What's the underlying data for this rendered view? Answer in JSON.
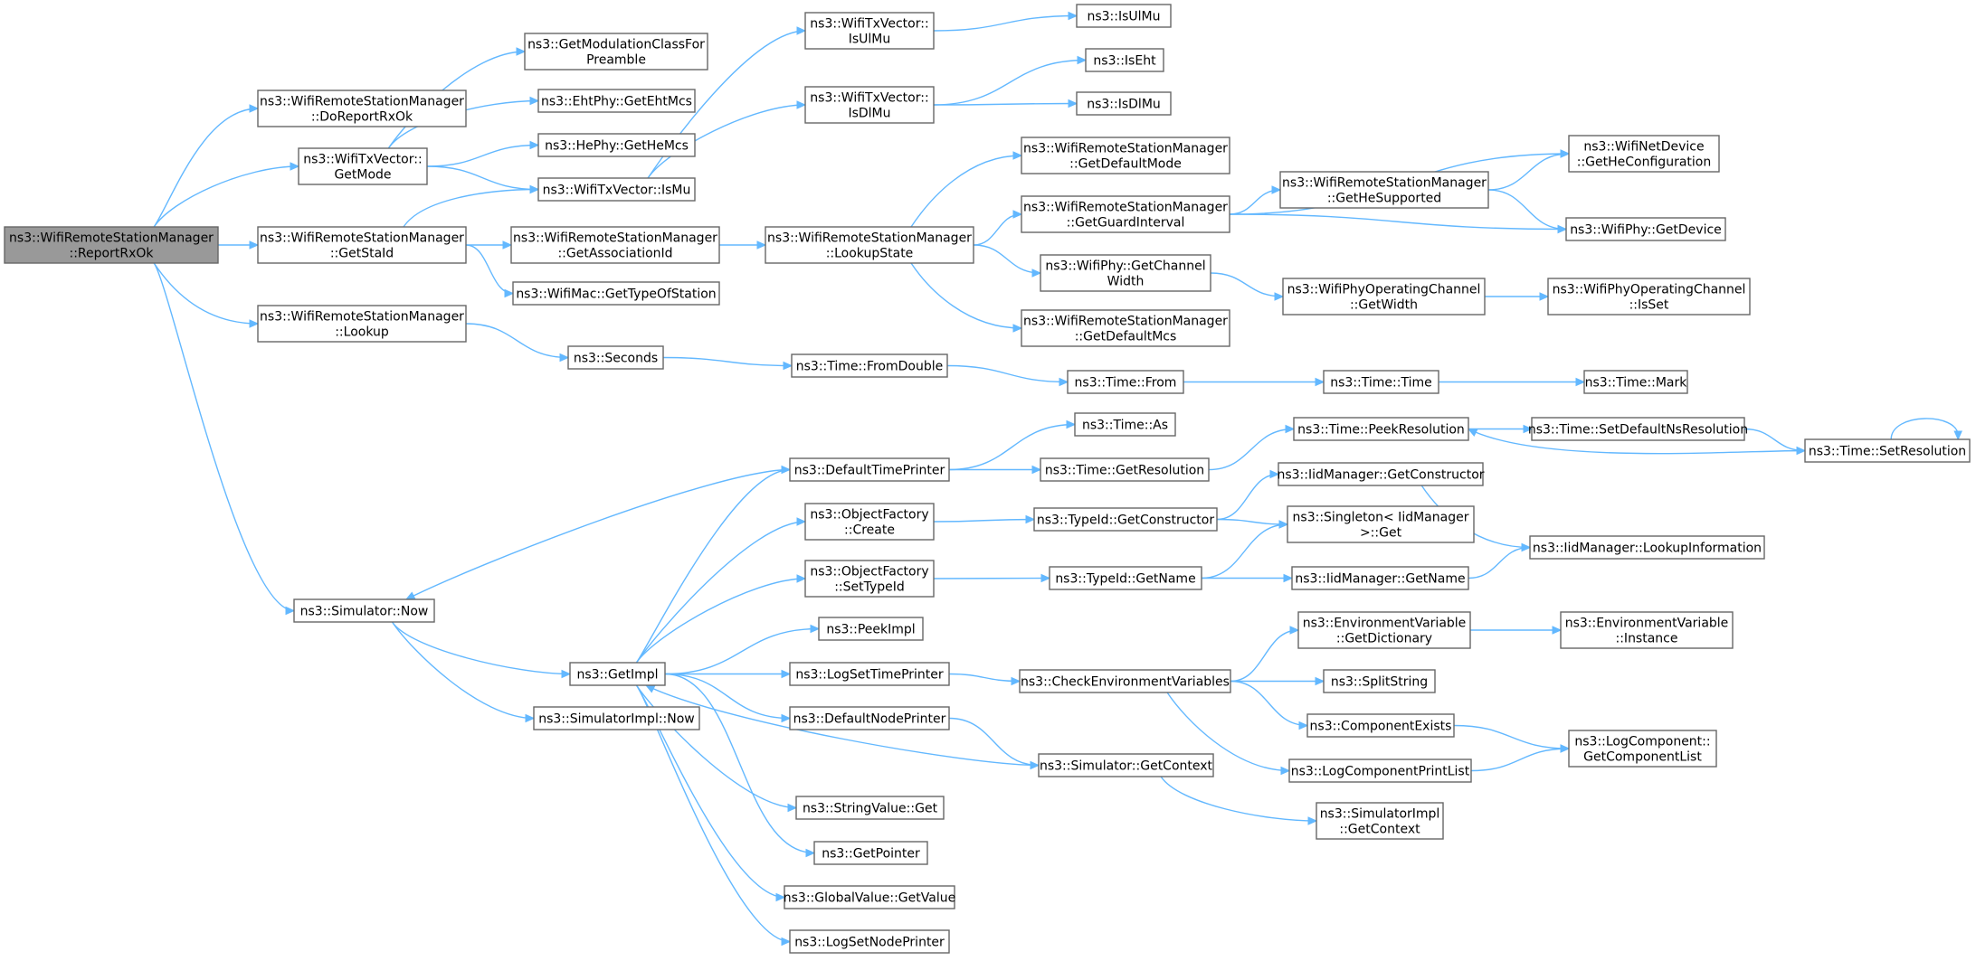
{
  "diagram": {
    "colors": {
      "edge": "#63b8ff",
      "node_border": "#666666",
      "root_fill": "#999999",
      "node_fill": "#ffffff"
    },
    "nodes": [
      {
        "id": "report_rx_ok",
        "lines": [
          "ns3::WifiRemoteStationManager",
          "::ReportRxOk"
        ],
        "root": true
      },
      {
        "id": "do_report_rx_ok",
        "lines": [
          "ns3::WifiRemoteStationManager",
          "::DoReportRxOk"
        ]
      },
      {
        "id": "get_mode",
        "lines": [
          "ns3::WifiTxVector::",
          "GetMode"
        ]
      },
      {
        "id": "get_sta_id",
        "lines": [
          "ns3::WifiRemoteStationManager",
          "::GetStaId"
        ]
      },
      {
        "id": "lookup",
        "lines": [
          "ns3::WifiRemoteStationManager",
          "::Lookup"
        ]
      },
      {
        "id": "simulator_now",
        "lines": [
          "ns3::Simulator::Now"
        ]
      },
      {
        "id": "get_mod_class",
        "lines": [
          "ns3::GetModulationClassFor",
          "Preamble"
        ]
      },
      {
        "id": "get_eht_mcs",
        "lines": [
          "ns3::EhtPhy::GetEhtMcs"
        ]
      },
      {
        "id": "get_he_mcs",
        "lines": [
          "ns3::HePhy::GetHeMcs"
        ]
      },
      {
        "id": "is_mu",
        "lines": [
          "ns3::WifiTxVector::IsMu"
        ]
      },
      {
        "id": "get_assoc_id",
        "lines": [
          "ns3::WifiRemoteStationManager",
          "::GetAssociationId"
        ]
      },
      {
        "id": "get_type_of_station",
        "lines": [
          "ns3::WifiMac::GetTypeOfStation"
        ]
      },
      {
        "id": "seconds",
        "lines": [
          "ns3::Seconds"
        ]
      },
      {
        "id": "get_impl",
        "lines": [
          "ns3::GetImpl"
        ]
      },
      {
        "id": "simimpl_now",
        "lines": [
          "ns3::SimulatorImpl::Now"
        ]
      },
      {
        "id": "txv_is_ul_mu",
        "lines": [
          "ns3::WifiTxVector::",
          "IsUlMu"
        ]
      },
      {
        "id": "txv_is_dl_mu",
        "lines": [
          "ns3::WifiTxVector::",
          "IsDlMu"
        ]
      },
      {
        "id": "lookup_state",
        "lines": [
          "ns3::WifiRemoteStationManager",
          "::LookupState"
        ]
      },
      {
        "id": "time_from_double",
        "lines": [
          "ns3::Time::FromDouble"
        ]
      },
      {
        "id": "default_time_printer",
        "lines": [
          "ns3::DefaultTimePrinter"
        ]
      },
      {
        "id": "object_factory_create",
        "lines": [
          "ns3::ObjectFactory",
          "::Create"
        ]
      },
      {
        "id": "object_factory_settypeid",
        "lines": [
          "ns3::ObjectFactory",
          "::SetTypeId"
        ]
      },
      {
        "id": "peek_impl",
        "lines": [
          "ns3::PeekImpl"
        ]
      },
      {
        "id": "log_set_time_printer",
        "lines": [
          "ns3::LogSetTimePrinter"
        ]
      },
      {
        "id": "default_node_printer",
        "lines": [
          "ns3::DefaultNodePrinter"
        ]
      },
      {
        "id": "string_value_get",
        "lines": [
          "ns3::StringValue::Get"
        ]
      },
      {
        "id": "get_pointer",
        "lines": [
          "ns3::GetPointer"
        ]
      },
      {
        "id": "global_value_get",
        "lines": [
          "ns3::GlobalValue::GetValue"
        ]
      },
      {
        "id": "log_set_node_printer",
        "lines": [
          "ns3::LogSetNodePrinter"
        ]
      },
      {
        "id": "is_ul_mu",
        "lines": [
          "ns3::IsUlMu"
        ]
      },
      {
        "id": "is_eht",
        "lines": [
          "ns3::IsEht"
        ]
      },
      {
        "id": "is_dl_mu",
        "lines": [
          "ns3::IsDlMu"
        ]
      },
      {
        "id": "get_default_mode",
        "lines": [
          "ns3::WifiRemoteStationManager",
          "::GetDefaultMode"
        ]
      },
      {
        "id": "get_guard_interval",
        "lines": [
          "ns3::WifiRemoteStationManager",
          "::GetGuardInterval"
        ]
      },
      {
        "id": "get_channel_width",
        "lines": [
          "ns3::WifiPhy::GetChannel",
          "Width"
        ]
      },
      {
        "id": "get_default_mcs",
        "lines": [
          "ns3::WifiRemoteStationManager",
          "::GetDefaultMcs"
        ]
      },
      {
        "id": "time_from",
        "lines": [
          "ns3::Time::From"
        ]
      },
      {
        "id": "time_as",
        "lines": [
          "ns3::Time::As"
        ]
      },
      {
        "id": "time_get_resolution",
        "lines": [
          "ns3::Time::GetResolution"
        ]
      },
      {
        "id": "typeid_get_constructor",
        "lines": [
          "ns3::TypeId::GetConstructor"
        ]
      },
      {
        "id": "typeid_get_name",
        "lines": [
          "ns3::TypeId::GetName"
        ]
      },
      {
        "id": "check_env_vars",
        "lines": [
          "ns3::CheckEnvironmentVariables"
        ]
      },
      {
        "id": "simulator_get_context",
        "lines": [
          "ns3::Simulator::GetContext"
        ]
      },
      {
        "id": "get_he_supported",
        "lines": [
          "ns3::WifiRemoteStationManager",
          "::GetHeSupported"
        ]
      },
      {
        "id": "opchan_get_width",
        "lines": [
          "ns3::WifiPhyOperatingChannel",
          "::GetWidth"
        ]
      },
      {
        "id": "time_time",
        "lines": [
          "ns3::Time::Time"
        ]
      },
      {
        "id": "time_peek_resolution",
        "lines": [
          "ns3::Time::PeekResolution"
        ]
      },
      {
        "id": "iid_get_constructor",
        "lines": [
          "ns3::IidManager::GetConstructor"
        ]
      },
      {
        "id": "singleton_get",
        "lines": [
          "ns3::Singleton< IidManager",
          ">::Get"
        ]
      },
      {
        "id": "iid_get_name",
        "lines": [
          "ns3::IidManager::GetName"
        ]
      },
      {
        "id": "env_get_dictionary",
        "lines": [
          "ns3::EnvironmentVariable",
          "::GetDictionary"
        ]
      },
      {
        "id": "split_string",
        "lines": [
          "ns3::SplitString"
        ]
      },
      {
        "id": "component_exists",
        "lines": [
          "ns3::ComponentExists"
        ]
      },
      {
        "id": "log_component_print_list",
        "lines": [
          "ns3::LogComponentPrintList"
        ]
      },
      {
        "id": "simimpl_get_context",
        "lines": [
          "ns3::SimulatorImpl",
          "::GetContext"
        ]
      },
      {
        "id": "netdev_get_he_config",
        "lines": [
          "ns3::WifiNetDevice",
          "::GetHeConfiguration"
        ]
      },
      {
        "id": "wifiphy_get_device",
        "lines": [
          "ns3::WifiPhy::GetDevice"
        ]
      },
      {
        "id": "opchan_is_set",
        "lines": [
          "ns3::WifiPhyOperatingChannel",
          "::IsSet"
        ]
      },
      {
        "id": "time_mark",
        "lines": [
          "ns3::Time::Mark"
        ]
      },
      {
        "id": "time_set_default_ns_res",
        "lines": [
          "ns3::Time::SetDefaultNsResolution"
        ]
      },
      {
        "id": "iid_lookup_info",
        "lines": [
          "ns3::IidManager::LookupInformation"
        ]
      },
      {
        "id": "env_instance",
        "lines": [
          "ns3::EnvironmentVariable",
          "::Instance"
        ]
      },
      {
        "id": "log_component_get_list",
        "lines": [
          "ns3::LogComponent::",
          "GetComponentList"
        ]
      },
      {
        "id": "time_set_resolution",
        "lines": [
          "ns3::Time::SetResolution"
        ]
      }
    ],
    "edges": [
      [
        "report_rx_ok",
        "do_report_rx_ok"
      ],
      [
        "report_rx_ok",
        "get_mode"
      ],
      [
        "report_rx_ok",
        "get_sta_id"
      ],
      [
        "report_rx_ok",
        "lookup"
      ],
      [
        "report_rx_ok",
        "simulator_now"
      ],
      [
        "get_mode",
        "get_mod_class"
      ],
      [
        "get_mode",
        "get_eht_mcs"
      ],
      [
        "get_mode",
        "get_he_mcs"
      ],
      [
        "get_mode",
        "is_mu"
      ],
      [
        "get_sta_id",
        "is_mu"
      ],
      [
        "get_sta_id",
        "get_assoc_id"
      ],
      [
        "get_sta_id",
        "get_type_of_station"
      ],
      [
        "lookup",
        "seconds"
      ],
      [
        "simulator_now",
        "get_impl"
      ],
      [
        "simulator_now",
        "simimpl_now"
      ],
      [
        "is_mu",
        "txv_is_ul_mu"
      ],
      [
        "is_mu",
        "txv_is_dl_mu"
      ],
      [
        "get_assoc_id",
        "lookup_state"
      ],
      [
        "seconds",
        "time_from_double"
      ],
      [
        "get_impl",
        "default_time_printer"
      ],
      [
        "get_impl",
        "object_factory_create"
      ],
      [
        "get_impl",
        "object_factory_settypeid"
      ],
      [
        "get_impl",
        "peek_impl"
      ],
      [
        "get_impl",
        "log_set_time_printer"
      ],
      [
        "get_impl",
        "default_node_printer"
      ],
      [
        "get_impl",
        "string_value_get"
      ],
      [
        "get_impl",
        "get_pointer"
      ],
      [
        "get_impl",
        "global_value_get"
      ],
      [
        "get_impl",
        "log_set_node_printer"
      ],
      [
        "txv_is_ul_mu",
        "is_ul_mu"
      ],
      [
        "txv_is_dl_mu",
        "is_eht"
      ],
      [
        "txv_is_dl_mu",
        "is_dl_mu"
      ],
      [
        "lookup_state",
        "get_default_mode"
      ],
      [
        "lookup_state",
        "get_guard_interval"
      ],
      [
        "lookup_state",
        "get_channel_width"
      ],
      [
        "lookup_state",
        "get_default_mcs"
      ],
      [
        "time_from_double",
        "time_from"
      ],
      [
        "default_time_printer",
        "simulator_now"
      ],
      [
        "default_time_printer",
        "time_as"
      ],
      [
        "default_time_printer",
        "time_get_resolution"
      ],
      [
        "object_factory_create",
        "typeid_get_constructor"
      ],
      [
        "object_factory_settypeid",
        "typeid_get_name"
      ],
      [
        "log_set_time_printer",
        "check_env_vars"
      ],
      [
        "default_node_printer",
        "simulator_get_context"
      ],
      [
        "get_guard_interval",
        "get_he_supported"
      ],
      [
        "get_guard_interval",
        "netdev_get_he_config"
      ],
      [
        "get_guard_interval",
        "wifiphy_get_device"
      ],
      [
        "get_channel_width",
        "opchan_get_width"
      ],
      [
        "time_from",
        "time_time"
      ],
      [
        "time_get_resolution",
        "time_peek_resolution"
      ],
      [
        "typeid_get_constructor",
        "iid_get_constructor"
      ],
      [
        "typeid_get_constructor",
        "singleton_get"
      ],
      [
        "typeid_get_name",
        "singleton_get"
      ],
      [
        "typeid_get_name",
        "iid_get_name"
      ],
      [
        "check_env_vars",
        "env_get_dictionary"
      ],
      [
        "check_env_vars",
        "split_string"
      ],
      [
        "check_env_vars",
        "component_exists"
      ],
      [
        "check_env_vars",
        "log_component_print_list"
      ],
      [
        "simulator_get_context",
        "get_impl"
      ],
      [
        "simulator_get_context",
        "simimpl_get_context"
      ],
      [
        "get_he_supported",
        "netdev_get_he_config"
      ],
      [
        "get_he_supported",
        "wifiphy_get_device"
      ],
      [
        "opchan_get_width",
        "opchan_is_set"
      ],
      [
        "time_time",
        "time_mark"
      ],
      [
        "time_peek_resolution",
        "time_set_default_ns_res"
      ],
      [
        "iid_get_constructor",
        "iid_lookup_info"
      ],
      [
        "iid_get_name",
        "iid_lookup_info"
      ],
      [
        "env_get_dictionary",
        "env_instance"
      ],
      [
        "component_exists",
        "log_component_get_list"
      ],
      [
        "log_component_print_list",
        "log_component_get_list"
      ],
      [
        "time_set_default_ns_res",
        "time_set_resolution"
      ],
      [
        "time_set_resolution",
        "time_peek_resolution"
      ],
      [
        "time_set_resolution",
        "time_set_resolution"
      ]
    ]
  }
}
